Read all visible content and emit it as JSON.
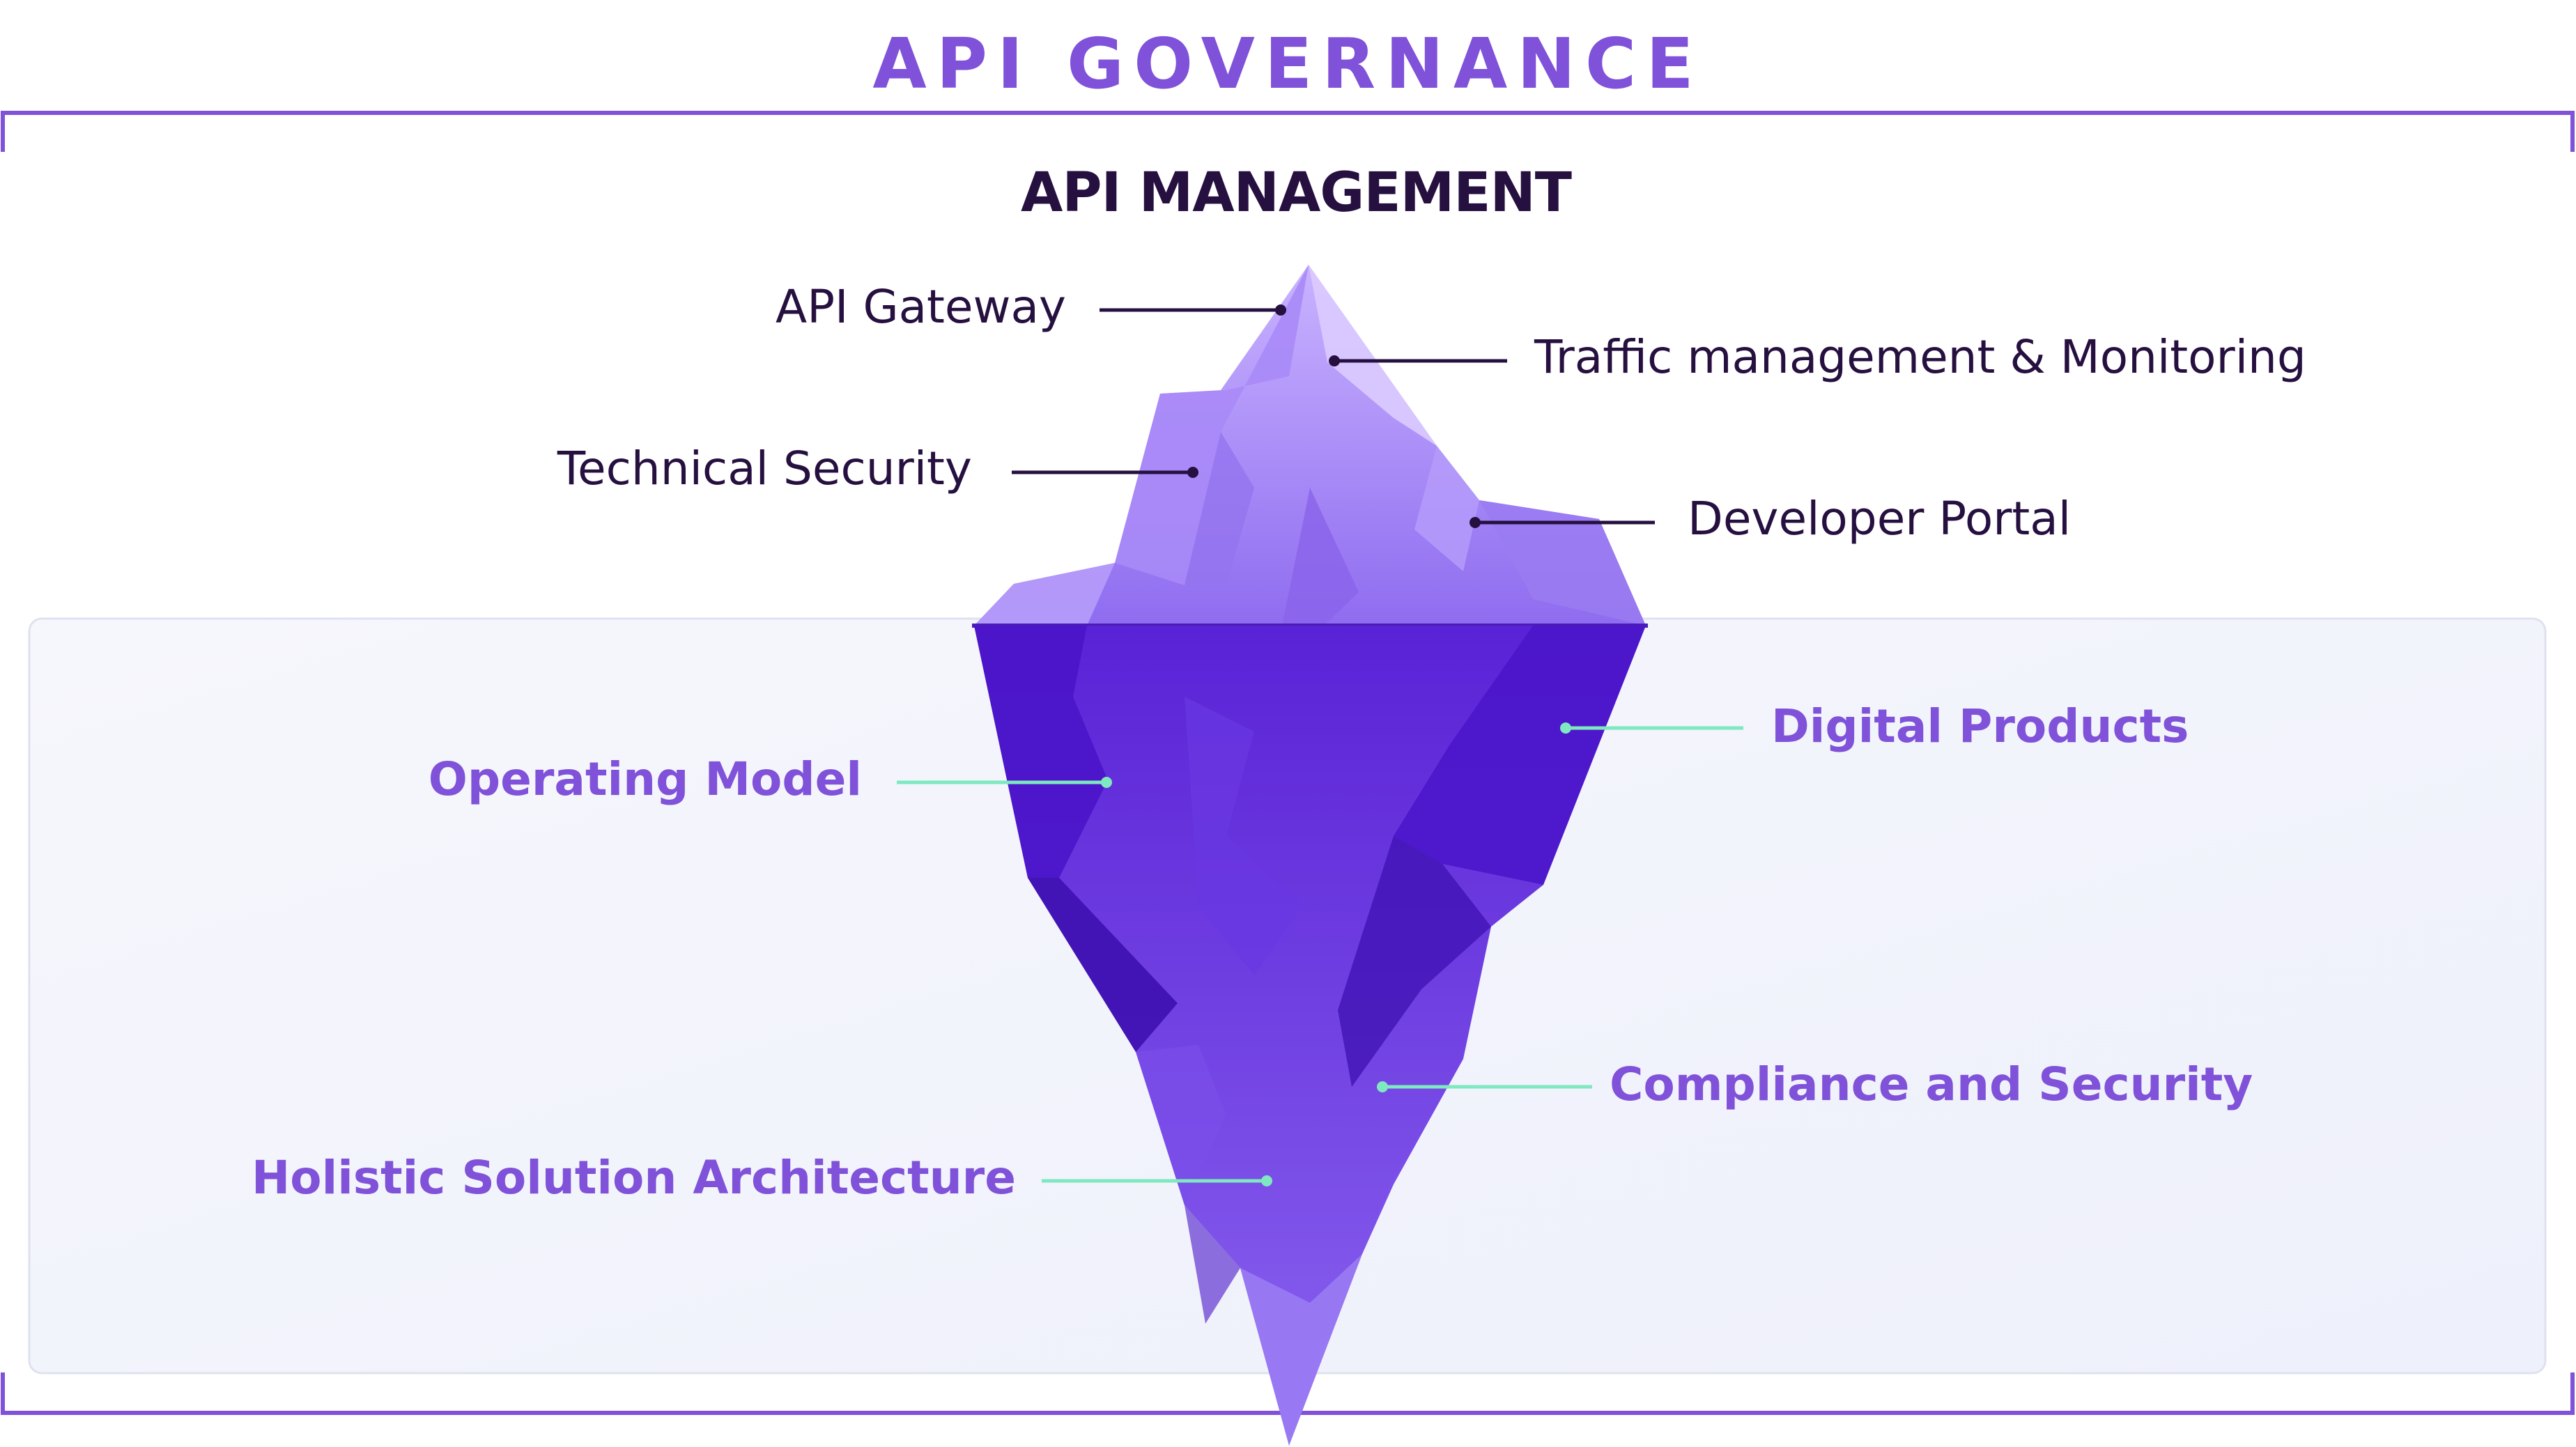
{
  "title": "API GOVERNANCE",
  "subtitle": "API MANAGEMENT",
  "above_water": {
    "api_gateway": "API Gateway",
    "traffic_management": "Traffic management & Monitoring",
    "technical_security": "Technical Security",
    "developer_portal": "Developer Portal"
  },
  "below_water": {
    "operating_model": "Operating Model",
    "digital_products": "Digital Products",
    "compliance_security": "Compliance and Security",
    "holistic_architecture": "Holistic Solution Architecture"
  },
  "colors": {
    "brand_purple": "#7f52d9",
    "dark_text": "#261040",
    "connector_above": "#261040",
    "connector_below": "#7ee8c0",
    "water_panel": "#f3f4fb"
  }
}
